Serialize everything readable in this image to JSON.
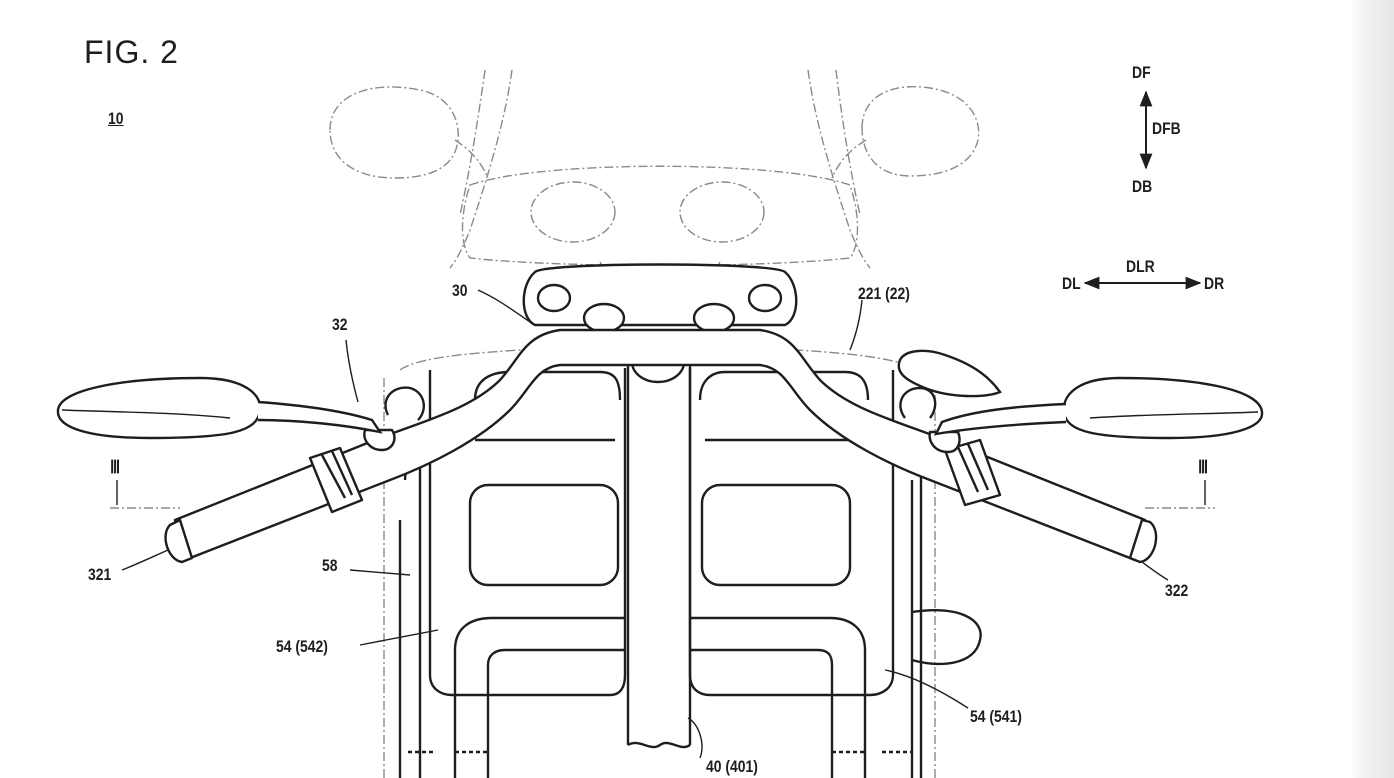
{
  "figure": {
    "title": "FIG. 2",
    "ref_main": "10"
  },
  "directions": {
    "front": "DF",
    "back": "DB",
    "front_back": "DFB",
    "left": "DL",
    "right": "DR",
    "left_right": "DLR"
  },
  "section_marks": {
    "left": "Ⅲ",
    "right": "Ⅲ"
  },
  "labels": {
    "handlebar_holder": "30",
    "handlebar": "32",
    "cover": "221 (22)",
    "grip_left": "321",
    "grip_right": "322",
    "frame_58": "58",
    "battery_left": "54 (542)",
    "battery_right": "54 (541)",
    "steering_stem": "40 (401)"
  },
  "colors": {
    "ink": "#1e1e1e",
    "phantom": "#8a8a8a",
    "paper": "#ffffff"
  }
}
